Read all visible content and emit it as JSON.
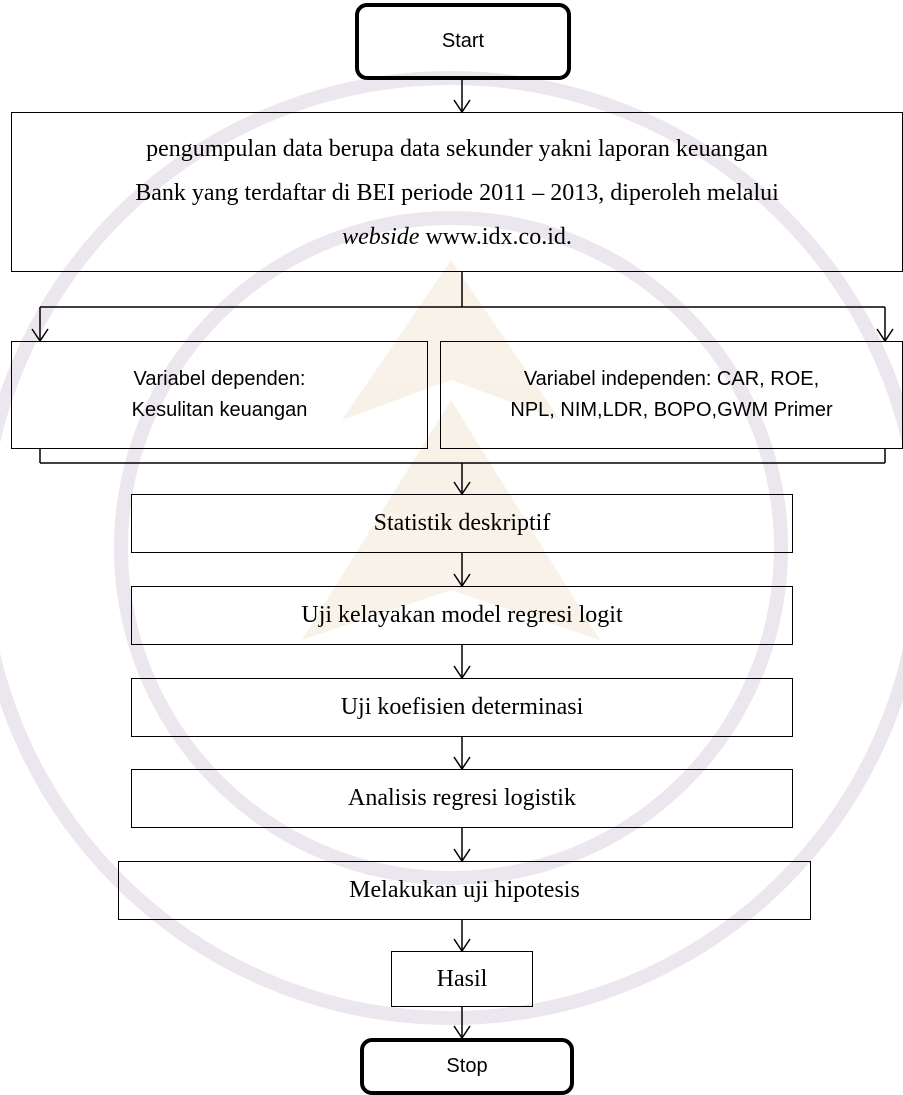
{
  "flow": {
    "start": "Start",
    "collect": {
      "line1": "pengumpulan data berupa data sekunder yakni laporan keuangan",
      "line2": "Bank yang terdaftar di BEI periode 2011 – 2013, diperoleh melalui",
      "line3_italic": "webside",
      "line3_rest": " www.idx.co.id."
    },
    "dependent": {
      "line1": "Variabel dependen:",
      "line2": "Kesulitan keuangan"
    },
    "independent": {
      "line1": "Variabel independen: CAR, ROE,",
      "line2": "NPL, NIM,LDR, BOPO,GWM Primer"
    },
    "step1": "Statistik deskriptif",
    "step2": "Uji kelayakan model regresi logit",
    "step3": "Uji koefisien determinasi",
    "step4": "Analisis regresi logistik",
    "step5": "Melakukan uji hipotesis",
    "result": "Hasil",
    "stop": "Stop"
  }
}
